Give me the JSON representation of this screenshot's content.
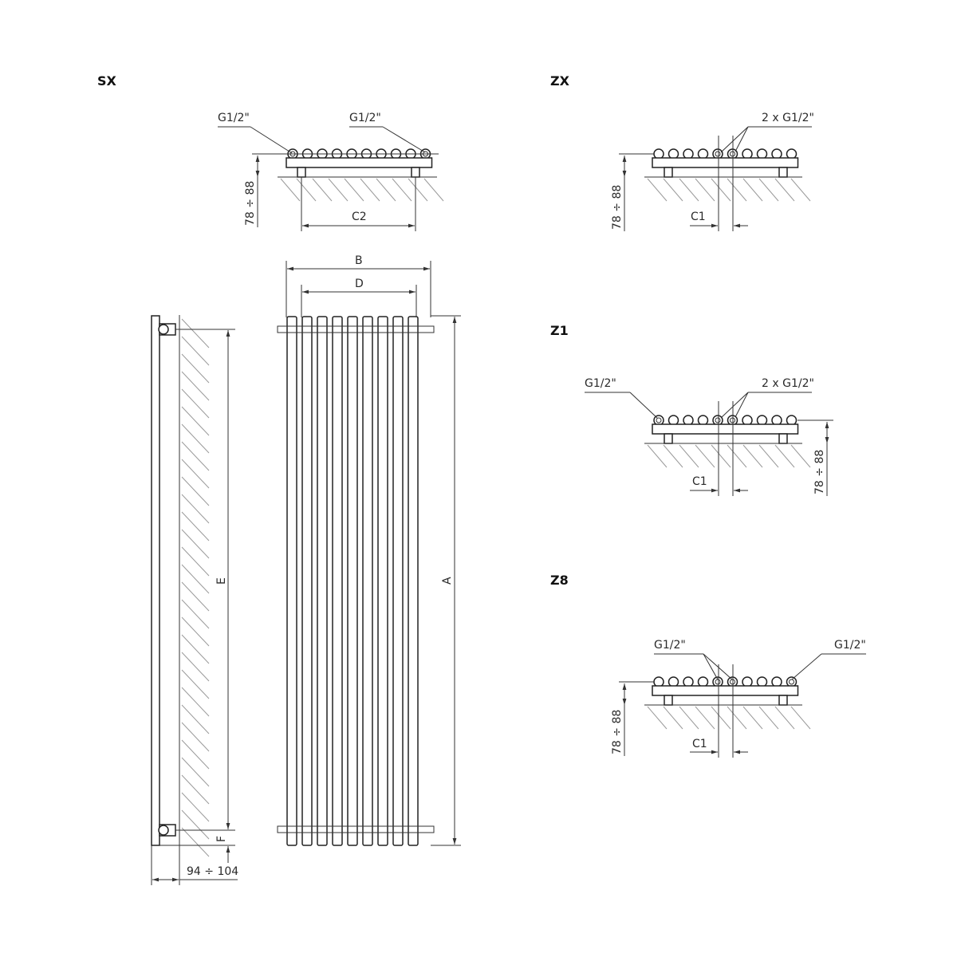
{
  "views": {
    "sx": {
      "title": "SX",
      "conn_left": "G1/2\"",
      "conn_right": "G1/2\"",
      "height_range": "78 ÷ 88",
      "spacing": "C2"
    },
    "zx": {
      "title": "ZX",
      "conn": "2 x G1/2\"",
      "height_range": "78 ÷ 88",
      "spacing": "C1"
    },
    "z1": {
      "title": "Z1",
      "conn_left": "G1/2\"",
      "conn_right": "2 x G1/2\"",
      "height_range": "78 ÷ 88",
      "spacing": "C1"
    },
    "z8": {
      "title": "Z8",
      "conn_left": "G1/2\"",
      "conn_right": "G1/2\"",
      "height_range": "78 ÷ 88",
      "spacing": "C1"
    }
  },
  "side_view": {
    "dim_e": "E",
    "dim_f": "F",
    "depth": "94 ÷ 104"
  },
  "front_view": {
    "dim_a": "A",
    "dim_b": "B",
    "dim_d": "D",
    "tubes": 9
  }
}
